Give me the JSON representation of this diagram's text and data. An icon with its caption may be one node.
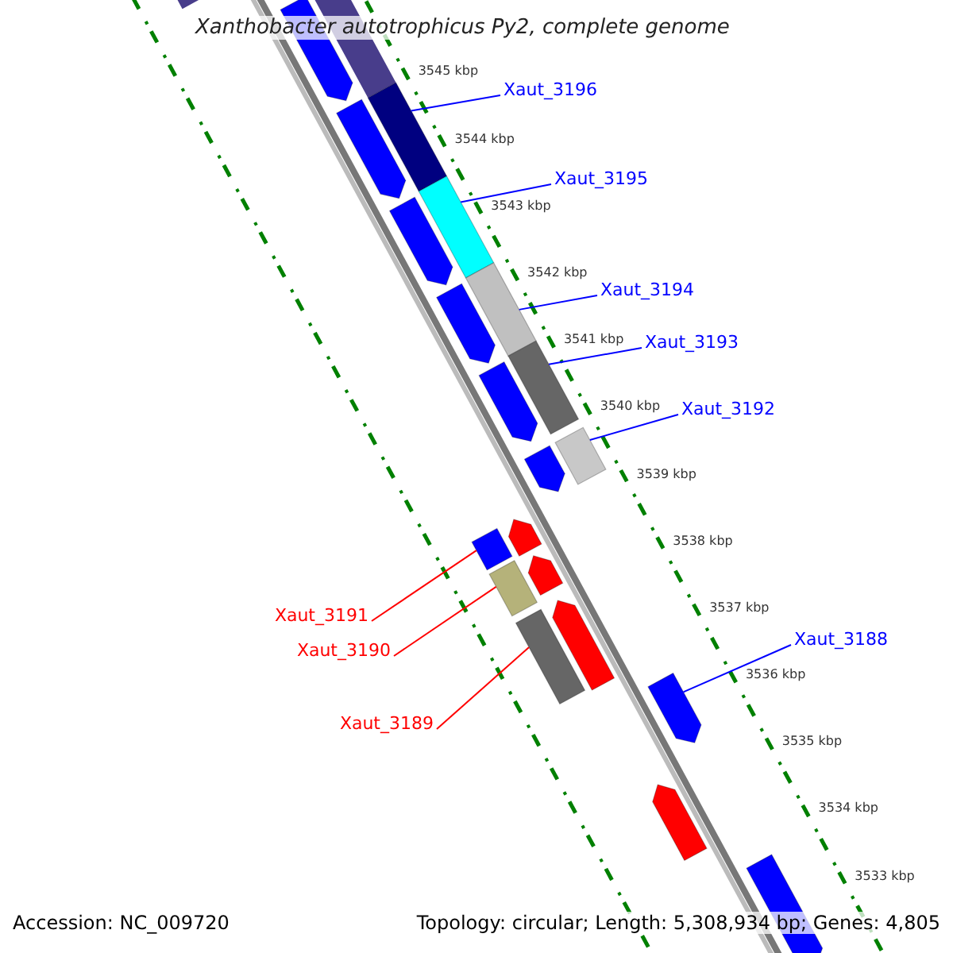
{
  "diagram": {
    "title": "Xanthobacter autotrophicus Py2, complete genome",
    "nodes": [
      {
        "text": [
          "Xaut_3196"
        ]
      },
      {
        "text": [
          "Xaut_3195"
        ]
      },
      {
        "text": [
          "Xaut_3194"
        ]
      },
      {
        "text": [
          "Xaut_3193"
        ]
      },
      {
        "text": [
          "Xaut_3192"
        ]
      },
      {
        "text": [
          "Xaut_3191"
        ]
      },
      {
        "text": [
          "Xaut_3188"
        ]
      },
      {
        "text": [
          "Xaut_3190"
        ]
      },
      {
        "text": [
          "Xaut_3189"
        ]
      },
      {
        "text": [],
        "shape": "box"
      },
      {
        "text": [],
        "shape": "box"
      },
      {
        "text": [],
        "shape": "box"
      },
      {
        "text": [],
        "shape": "box"
      },
      {
        "text": [],
        "shape": "box"
      },
      {
        "text": [],
        "shape": "box"
      },
      {
        "text": [],
        "shape": "bar"
      },
      {
        "text": [],
        "shape": "box"
      },
      {
        "text": [],
        "shape": "box"
      }
    ],
    "edges": [
      {
        "from": 0,
        "to": 9,
        "arrow": "none"
      },
      {
        "from": 1,
        "to": 10,
        "arrow": "none"
      },
      {
        "from": 2,
        "to": 11,
        "arrow": "none"
      },
      {
        "from": 3,
        "to": 12,
        "arrow": "none"
      },
      {
        "from": 4,
        "to": 13,
        "arrow": "none"
      },
      {
        "from": 5,
        "to": 14,
        "arrow": "none",
        "color": "#ff0000"
      },
      {
        "from": 6,
        "to": 15,
        "arrow": "none"
      },
      {
        "from": 7,
        "to": 16,
        "arrow": "none",
        "color": "#ff0000"
      },
      {
        "from": 8,
        "to": 17,
        "arrow": "none",
        "color": "#ff0000"
      }
    ],
    "labels": [
      "3545 kbp",
      "3544 kbp",
      "3543 kbp",
      "3542 kbp",
      "3541 kbp",
      "3540 kbp",
      "3539 kbp",
      "3538 kbp",
      "3537 kbp",
      "3536 kbp",
      "3535 kbp",
      "3534 kbp",
      "3533 kbp",
      "Accession: NC_009720",
      "Topology: circular; Length: 5,308,934 bp; Genes: 4,805"
    ]
  }
}
